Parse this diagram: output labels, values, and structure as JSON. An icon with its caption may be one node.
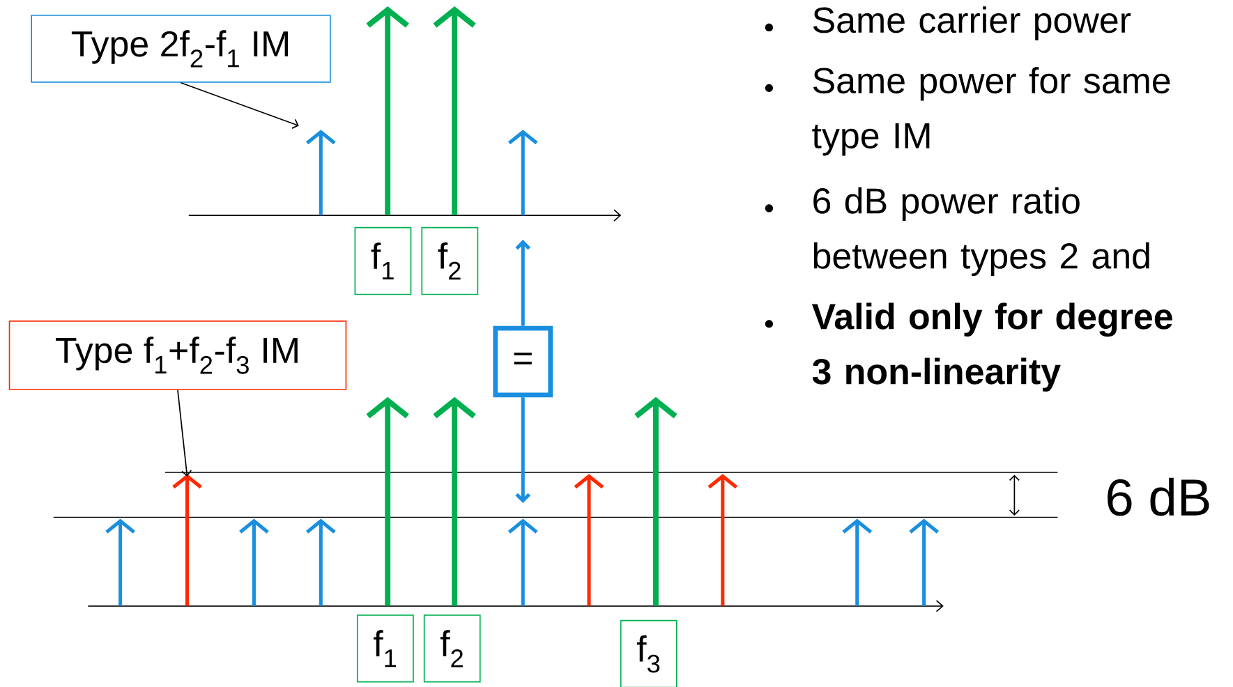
{
  "diagram": {
    "nodes": [
      {
        "text": [
          "Type 2f$_{2}$-f$_{1}$ IM"
        ]
      },
      {
        "text": [
          "f$_{1}$"
        ]
      },
      {
        "text": [
          "f$_{2}$"
        ]
      },
      {
        "text": [
          "="
        ]
      },
      {
        "text": [
          "Type f$_{1}$+f$_{2}$-f$_{3}$ IM"
        ]
      },
      {
        "text": [
          "f$_{1}$"
        ]
      },
      {
        "text": [
          "f$_{2}$"
        ]
      },
      {
        "text": [
          "f$_{3}$"
        ]
      }
    ],
    "edges": [
      {
        "from": 0,
        "to": null,
        "arrow": "to"
      },
      {
        "from": 3,
        "to": null,
        "arrow": "to",
        "style": "thick",
        "color": "#1a8fe0"
      },
      {
        "from": 3,
        "to": null,
        "arrow": "to",
        "style": "thick",
        "color": "#1a8fe0"
      },
      {
        "from": 4,
        "to": null,
        "arrow": "to"
      }
    ],
    "labels": [
      "Same carrier power",
      "Same power for same type IM",
      "6 dB power ratio between types 2 and",
      "Valid only for degree 3 non-linearity",
      "6 dB"
    ]
  }
}
